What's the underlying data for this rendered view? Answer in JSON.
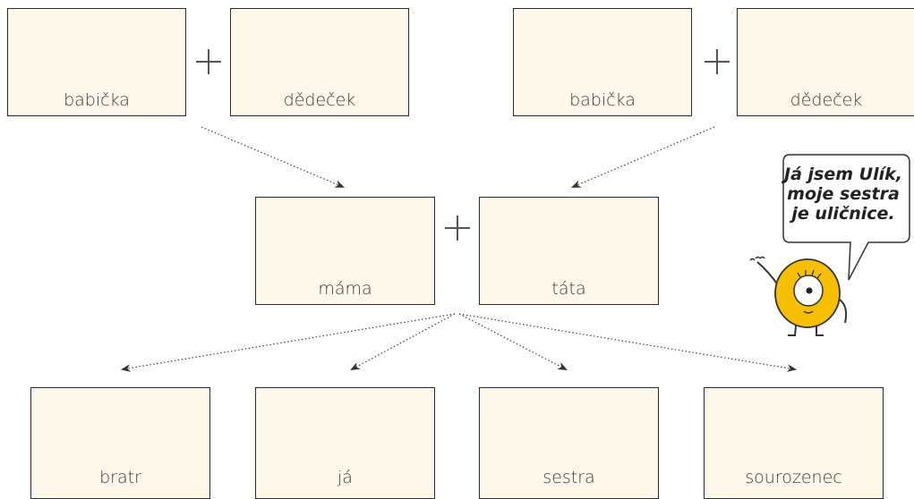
{
  "grandparents_left": {
    "grandma": "babička",
    "grandpa": "dědeček"
  },
  "grandparents_right": {
    "grandma": "babička",
    "grandpa": "dědeček"
  },
  "parents": {
    "mother": "máma",
    "father": "táta"
  },
  "children": {
    "brother": "bratr",
    "me": "já",
    "sister": "sestra",
    "sibling": "sourozenec"
  },
  "mascot": {
    "line1": "Já jsem Ulík,",
    "line2": "moje sestra",
    "line3": "je uličnice."
  },
  "colors": {
    "box_fill": "#fdf8ea",
    "box_border": "#2b2b2b",
    "mascot_fill": "#f6c000"
  }
}
